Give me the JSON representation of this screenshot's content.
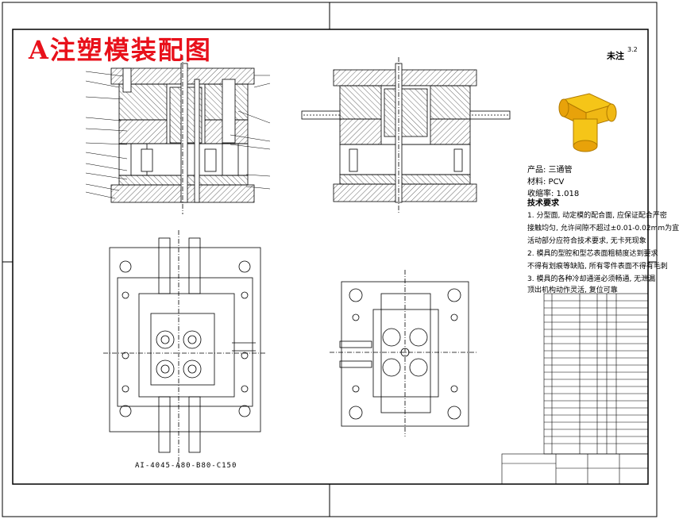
{
  "title": "A注塑模装配图",
  "roughness": {
    "label": "未注",
    "value": "3.2"
  },
  "product_info": {
    "product": "产品: 三通管",
    "material": "材料: PCV",
    "shrinkage": "收缩率: 1.018"
  },
  "tech_requirements": {
    "heading": "技术要求",
    "items": [
      "1. 分型面, 动定模的配合面, 应保证配合严密",
      "接触均匀, 允许间隙不超过±0.01-0.02mm为宜",
      "活动部分应符合技术要求, 无卡死现象",
      "2. 模具的型腔和型芯表面粗糙度达到要求",
      "不得有划痕等缺陷, 所有零件表面不得有毛刺",
      "3. 模具的各种冷却通道必须畅通, 无泄漏",
      "顶出机构动作灵活, 复位可靠"
    ]
  },
  "model_number": "AI-4045-A80-B80-C150",
  "colors": {
    "red_title": "#e8111b",
    "part_fill": "#f5c518",
    "line": "#000000"
  }
}
